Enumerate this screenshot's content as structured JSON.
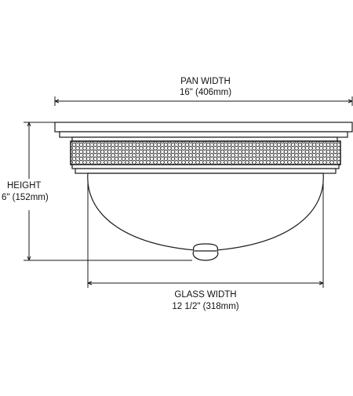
{
  "dimensions": {
    "pan_width": {
      "label": "PAN WIDTH",
      "value": "16\" (406mm)"
    },
    "height": {
      "label": "HEIGHT",
      "value": "6\" (152mm)"
    },
    "glass_width": {
      "label": "GLASS WIDTH",
      "value": "12 1/2\" (318mm)"
    }
  },
  "colors": {
    "line": "#1a1a1a",
    "background": "#ffffff"
  }
}
